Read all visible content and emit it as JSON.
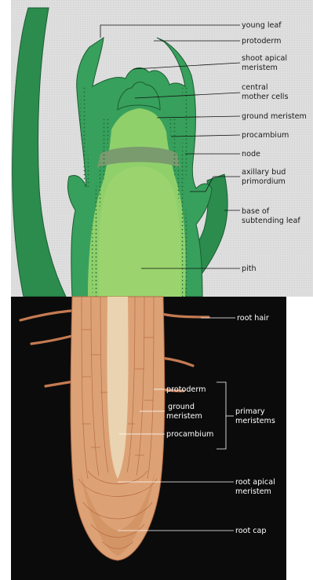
{
  "shoot": {
    "background": "#dedede",
    "colors": {
      "leaf_dark": "#2b8c4e",
      "leaf_light": "#37a05c",
      "tissue_light": "#8fd06b",
      "pith": "#9bd46e",
      "node": "#7a9b6e",
      "dots": "#1f6a39",
      "outline": "#1c5c33"
    },
    "labels": {
      "young_leaf": "young leaf",
      "protoderm": "protoderm",
      "shoot_apical_1": "shoot apical",
      "shoot_apical_2": "meristem",
      "central_1": "central",
      "central_2": "mother cells",
      "ground_meristem": "ground meristem",
      "procambium": "procambium",
      "node": "node",
      "axillary_1": "axillary bud",
      "axillary_2": "primordium",
      "base_1": "base of",
      "base_2": "subtending leaf",
      "pith": "pith"
    }
  },
  "root": {
    "background": "#0b0b0b",
    "colors": {
      "cortex": "#dca276",
      "center": "#ead3b0",
      "lines": "#b86b45",
      "hair": "#c47a52"
    },
    "labels": {
      "root_hair": "root hair",
      "protoderm": "protoderm",
      "ground_1": "ground",
      "ground_2": "meristem",
      "procambium": "procambium",
      "primary_1": "primary",
      "primary_2": "meristems",
      "apical_1": "root apical",
      "apical_2": "meristem",
      "root_cap": "root cap"
    }
  }
}
